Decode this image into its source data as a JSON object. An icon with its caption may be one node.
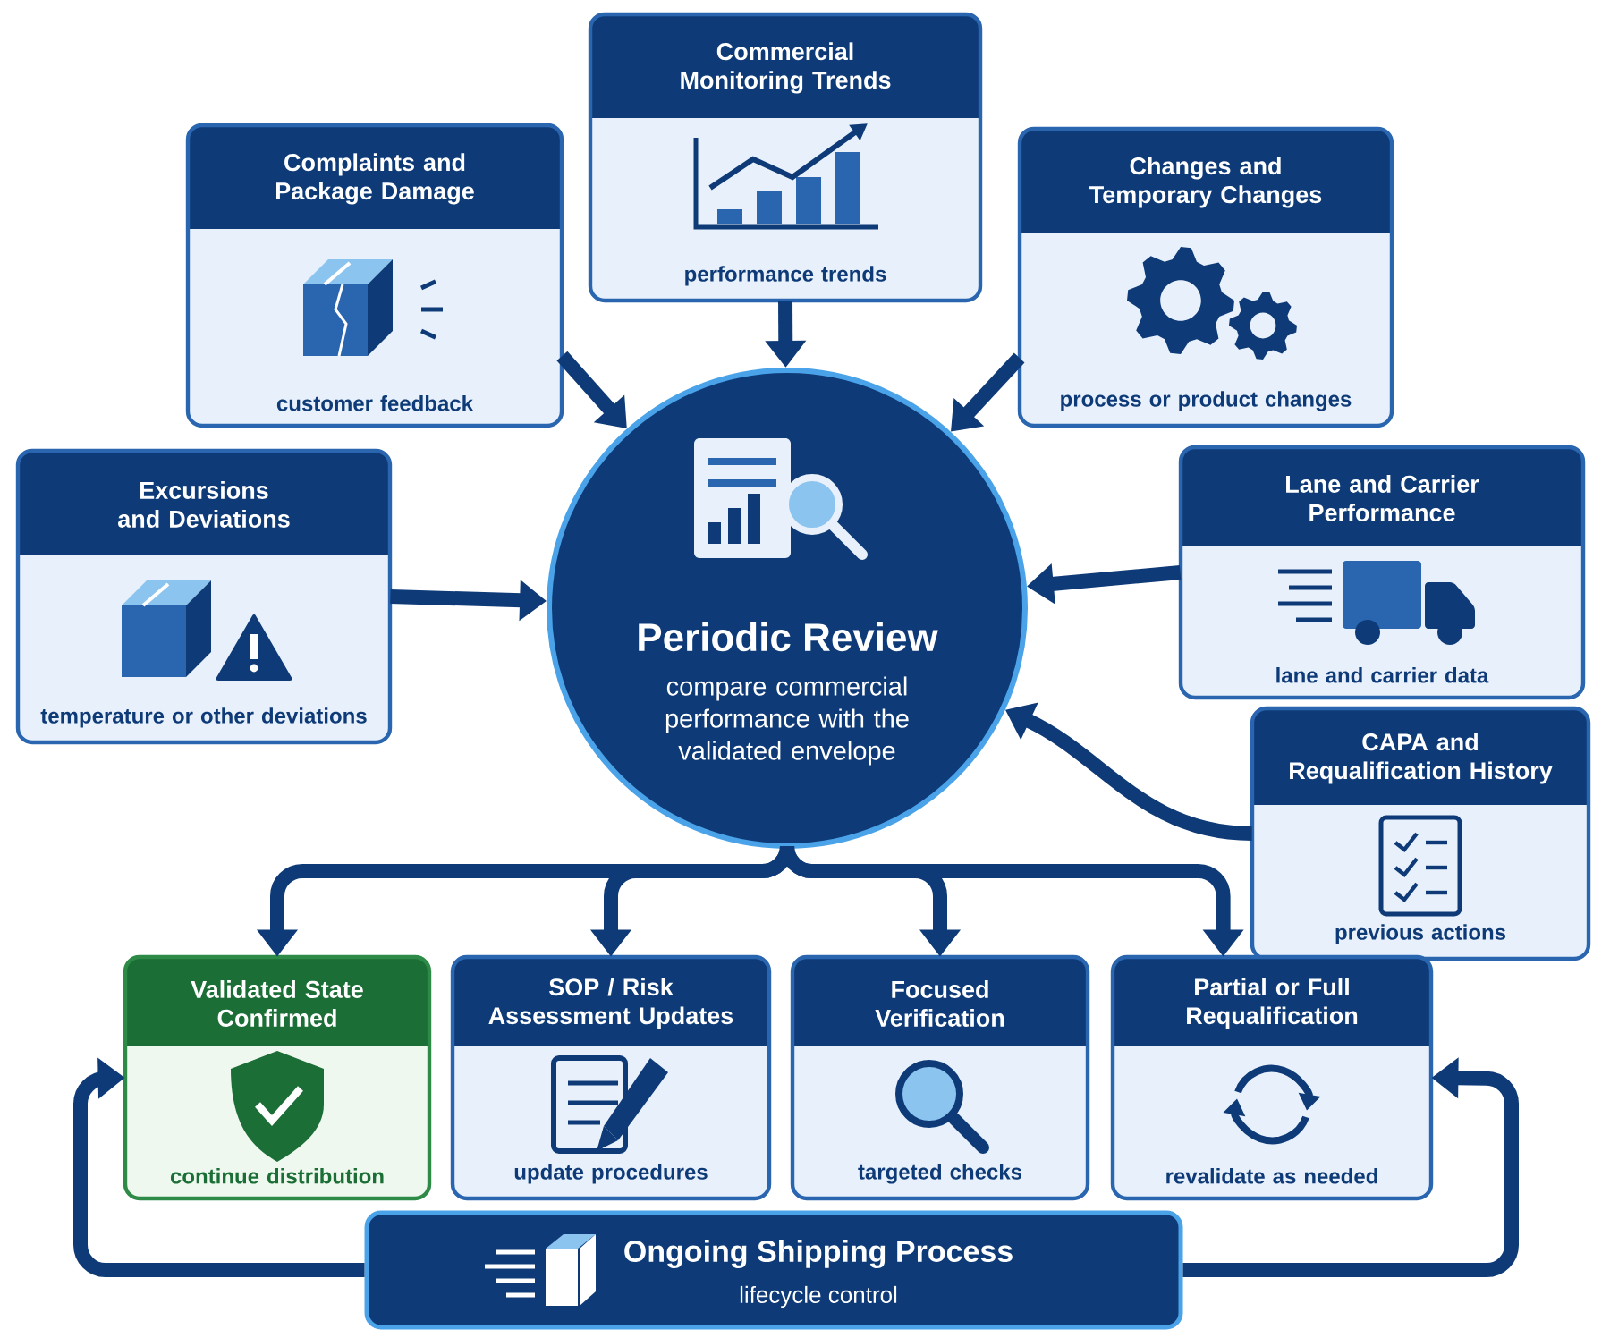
{
  "diagram": {
    "nodes": [
      {
        "text": [
          "Commercial Monitoring Trends",
          "performance trends"
        ]
      },
      {
        "text": [
          "Complaints and Package Damage",
          "customer feedback"
        ]
      },
      {
        "text": [
          "Changes and Temporary Changes",
          "process or product changes"
        ]
      },
      {
        "text": [
          "Excursions and Deviations",
          "temperature or other deviations"
        ]
      },
      {
        "text": [
          "Lane and Carrier Performance",
          "lane and carrier data"
        ]
      },
      {
        "text": [
          "Periodic Review",
          "compare commercial performance with the validated envelope"
        ]
      },
      {
        "text": [
          "CAPA and Requalification History",
          "previous actions"
        ]
      },
      {
        "text": [
          "Validated State Confirmed",
          "continue distribution"
        ]
      },
      {
        "text": [
          "SOP / Risk Assessment Updates",
          "update procedures"
        ]
      },
      {
        "text": [
          "Focused Verification",
          "targeted checks"
        ]
      },
      {
        "text": [
          "Partial or Full Requalification",
          "revalidate as needed"
        ]
      },
      {
        "text": [
          "Ongoing Shipping Process",
          "lifecycle control"
        ]
      }
    ],
    "edges": [
      {
        "from": 0,
        "to": 5,
        "arrow": "to"
      },
      {
        "from": 1,
        "to": 5,
        "arrow": "to"
      },
      {
        "from": 2,
        "to": 5,
        "arrow": "to"
      },
      {
        "from": 3,
        "to": 5,
        "arrow": "to"
      },
      {
        "from": 4,
        "to": 5,
        "arrow": "to"
      },
      {
        "from": 6,
        "to": 5,
        "arrow": "to"
      },
      {
        "from": 5,
        "to": 7,
        "arrow": "to"
      },
      {
        "from": 5,
        "to": 8,
        "arrow": "to"
      },
      {
        "from": 5,
        "to": 9,
        "arrow": "to"
      },
      {
        "from": 5,
        "to": 10,
        "arrow": "to"
      },
      {
        "from": 11,
        "to": 7,
        "arrow": "to"
      },
      {
        "from": 11,
        "to": 10,
        "arrow": "to"
      }
    ]
  }
}
